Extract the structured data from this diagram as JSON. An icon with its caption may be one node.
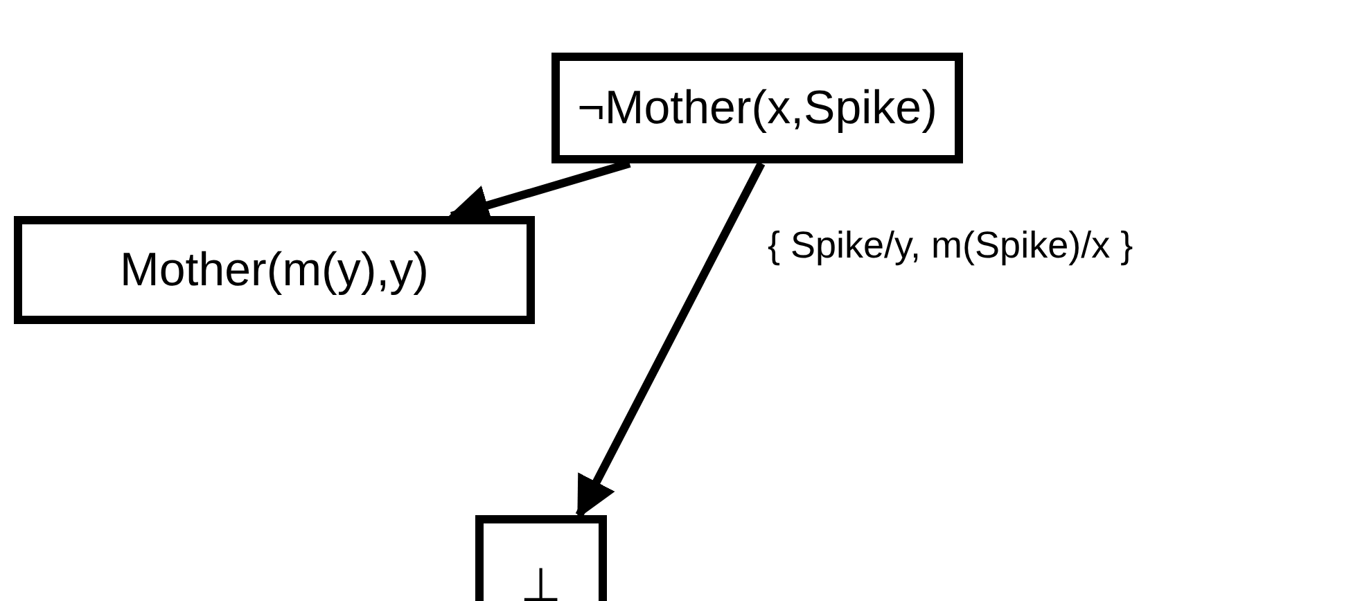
{
  "diagram": {
    "nodes": [
      {
        "text": [
          "¬Mother(x,Spike)"
        ]
      },
      {
        "text": [
          "Mother(m(y),y)"
        ]
      },
      {
        "text": [
          "⊥"
        ]
      }
    ],
    "edges": [
      {
        "from": 0,
        "to": 1,
        "arrow": "to"
      },
      {
        "from": 0,
        "to": 2,
        "arrow": "to",
        "label": "{ Spike/y, m(Spike)/x }"
      }
    ]
  }
}
